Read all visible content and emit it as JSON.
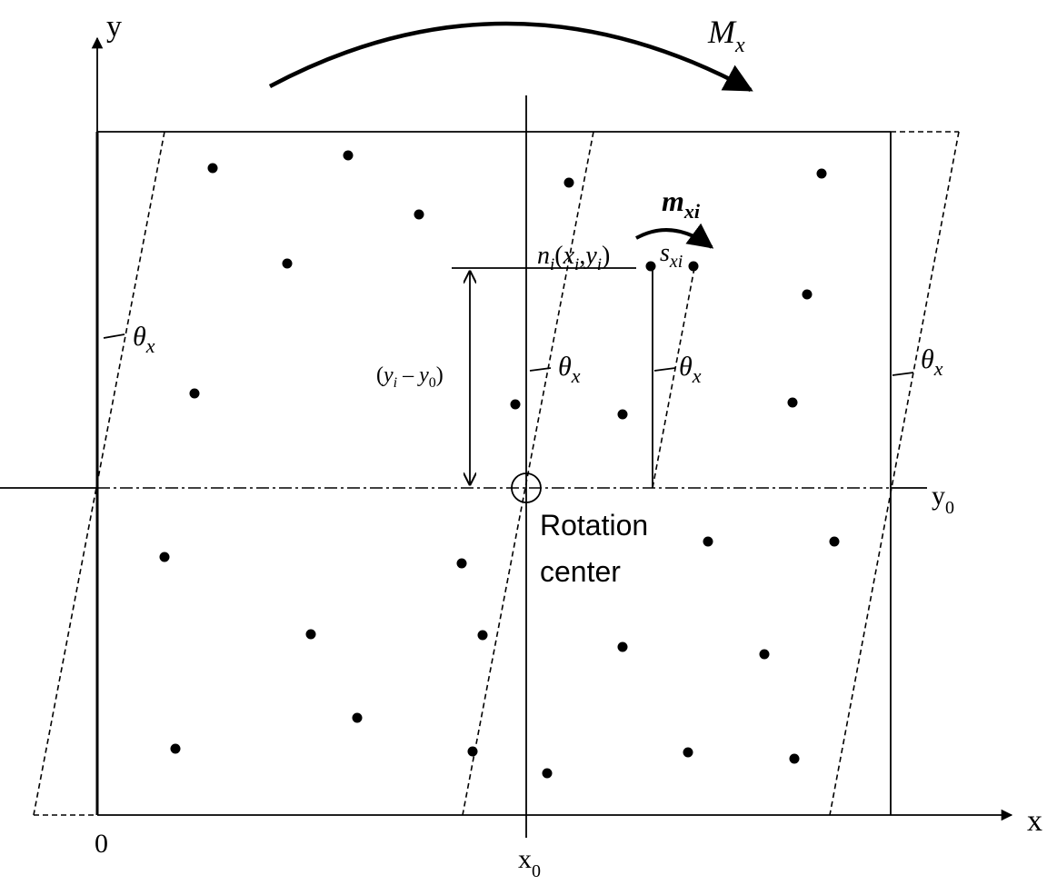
{
  "axes": {
    "y_label": "y",
    "x_label": "x",
    "origin_label": "0",
    "x0_label": "x",
    "x0_sub": "0",
    "y0_label": "y",
    "y0_sub": "0"
  },
  "moment": {
    "label": "M",
    "sub": "x"
  },
  "angle": {
    "label": "θ",
    "sub": "x"
  },
  "node": {
    "n": "n",
    "n_sub": "i",
    "open": "(",
    "x": "x",
    "x_sub": "i",
    "comma": ",",
    "y": "y",
    "y_sub": "i",
    "close": ")"
  },
  "local_moment": {
    "label": "m",
    "sub": "xi"
  },
  "slip": {
    "label": "s",
    "sub": "xi"
  },
  "distance": {
    "open": "(",
    "y": "y",
    "y_sub": "i",
    "minus": " – ",
    "y0": "y",
    "y0_sub": "0",
    "close": ")"
  },
  "rotation_center": {
    "line1": "Rotation",
    "line2": "center"
  }
}
